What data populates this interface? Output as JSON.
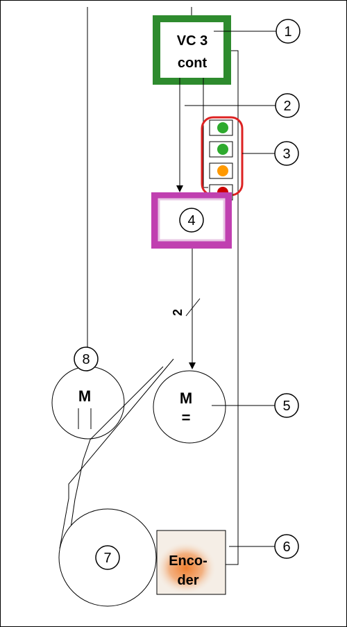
{
  "controller": {
    "line1": "VC 3",
    "line2": "cont",
    "border_color": "#2e8b2e"
  },
  "lights": [
    {
      "color": "#2eaa2e"
    },
    {
      "color": "#2eaa2e"
    },
    {
      "color": "#ff9900"
    },
    {
      "color": "#cc0000"
    }
  ],
  "lights_highlight_color": "#dd2222",
  "drive": {
    "border_color": "#c040b0"
  },
  "cable_count": "2",
  "motor_dc": {
    "line1": "M",
    "line2": "="
  },
  "motor_ac": {
    "label": "M"
  },
  "encoder": {
    "line1": "Enco-",
    "line2": "der",
    "glow_color": "#f08030"
  },
  "callouts": {
    "c1": "1",
    "c2": "2",
    "c3": "3",
    "c4": "4",
    "c5": "5",
    "c6": "6",
    "c7": "7",
    "c8": "8"
  }
}
